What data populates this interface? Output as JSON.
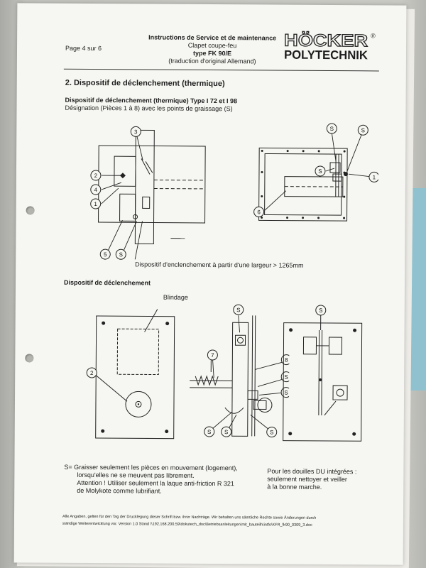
{
  "header": {
    "page_label": "Page 4 sur 6",
    "title_line1": "Instructions de Service et de maintenance",
    "title_line2": "Clapet coupe-feu",
    "title_line3": "type FK 90/E",
    "title_line4": "(traduction d'original Allemand)",
    "logo_line1": "HÖCKER",
    "logo_line2": "POLYTECHNIK",
    "logo_mark": "®"
  },
  "section": {
    "heading": "2. Dispositif de déclenchement (thermique)",
    "sub_heading": "Dispositif de déclenchement (thermique) Type I 72 et I 98",
    "designation": "Désignation (Pièces 1 à 8) avec les points de graissage (S)",
    "figure1_caption": "Dispositif d'enclenchement à partir d'une largeur > 1265mm",
    "sub_heading2": "Dispositif de déclenchement",
    "blindage_label": "Blindage"
  },
  "callouts": {
    "c1": "1",
    "c2": "2",
    "c3": "3",
    "c4": "4",
    "c5": "5",
    "c6": "6",
    "c7": "7",
    "c8": "8",
    "s": "S"
  },
  "notes": {
    "left_line1": "S= Graisser seulement les pièces en mouvement (logement),",
    "left_line2": "lorsqu'elles ne se meuvent pas librement.",
    "left_line3": "Attention ! Utiliser seulement la laque anti-friction R 321",
    "left_line4": "de Molykote comme lubrifiant.",
    "right_line1": "Pour les douilles DU intégrées :",
    "right_line2": "seulement nettoyer et veiller",
    "right_line3": "à la bonne marche."
  },
  "footer": {
    "line1": "Alle Angaben, gelten für den Tag der Drucklegung dieser Schrift bzw. ihrer Nachträge. Wir behalten uns sämtliche Rechte sowie Änderungen durch",
    "line2": "ständige Weiterentwicklung vor. Version 1.0   Stand  \\\\192.168.200.59\\dokutech_doc\\Betriebsanleitungen\\mit_bauteilh\\intfo\\KFR_fk90_0309_3.doc"
  }
}
